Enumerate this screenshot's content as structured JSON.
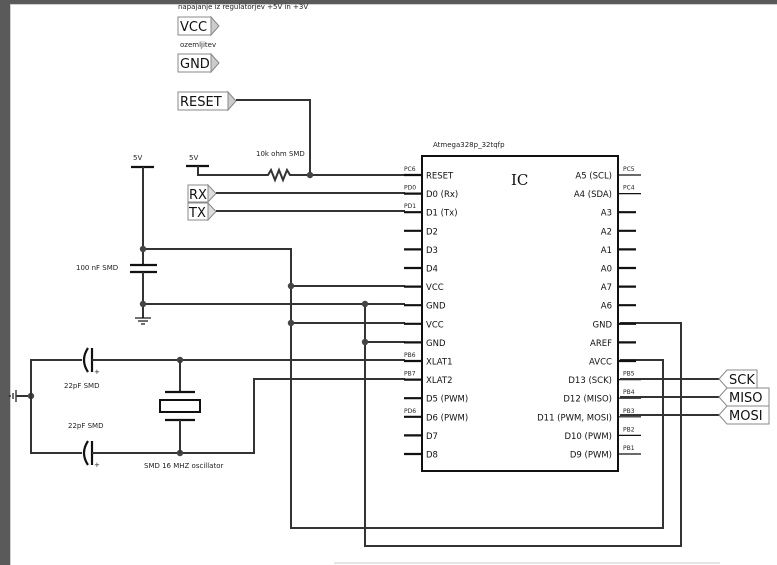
{
  "notes": {
    "power_note": "napajanje iz regulatorjev +5V in +3V",
    "ground_note": "ozemljitev"
  },
  "ports": {
    "vcc": "VCC",
    "gnd": "GND",
    "reset": "RESET",
    "rx": "RX",
    "tx": "TX",
    "sck": "SCK",
    "miso": "MISO",
    "mosi": "MOSI"
  },
  "power": {
    "supply1": "5V",
    "supply2": "5V"
  },
  "components": {
    "resistor": "10k ohm SMD",
    "decoupling_cap": "100 nF SMD",
    "cap1": "22pF SMD",
    "cap2": "22pF SMD",
    "crystal": "SMD 16 MHZ oscillator",
    "cap_plus": "+"
  },
  "ic": {
    "part": "Atmega328p_32tqfp",
    "title": "IC",
    "left_pins": [
      {
        "label": "RESET",
        "port": "PC6"
      },
      {
        "label": "D0 (Rx)",
        "port": "PD0"
      },
      {
        "label": "D1 (Tx)",
        "port": "PD1"
      },
      {
        "label": "D2",
        "port": ""
      },
      {
        "label": "D3",
        "port": ""
      },
      {
        "label": "D4",
        "port": ""
      },
      {
        "label": "VCC",
        "port": ""
      },
      {
        "label": "GND",
        "port": ""
      },
      {
        "label": "VCC",
        "port": ""
      },
      {
        "label": "GND",
        "port": ""
      },
      {
        "label": "XLAT1",
        "port": "PB6"
      },
      {
        "label": "XLAT2",
        "port": "PB7"
      },
      {
        "label": "D5 (PWM)",
        "port": ""
      },
      {
        "label": "D6 (PWM)",
        "port": "PD6"
      },
      {
        "label": "D7",
        "port": ""
      },
      {
        "label": "D8",
        "port": ""
      }
    ],
    "right_pins": [
      {
        "label": "A5 (SCL)",
        "port": "PC5"
      },
      {
        "label": "A4 (SDA)",
        "port": "PC4"
      },
      {
        "label": "A3",
        "port": ""
      },
      {
        "label": "A2",
        "port": ""
      },
      {
        "label": "A1",
        "port": ""
      },
      {
        "label": "A0",
        "port": ""
      },
      {
        "label": "A7",
        "port": ""
      },
      {
        "label": "A6",
        "port": ""
      },
      {
        "label": "GND",
        "port": ""
      },
      {
        "label": "AREF",
        "port": ""
      },
      {
        "label": "AVCC",
        "port": ""
      },
      {
        "label": "D13 (SCK)",
        "port": "PB5"
      },
      {
        "label": "D12 (MISO)",
        "port": "PB4"
      },
      {
        "label": "D11 (PWM, MOSI)",
        "port": "PB3"
      },
      {
        "label": "D10 (PWM)",
        "port": "PB2"
      },
      {
        "label": "D9 (PWM)",
        "port": "PB1"
      }
    ]
  }
}
